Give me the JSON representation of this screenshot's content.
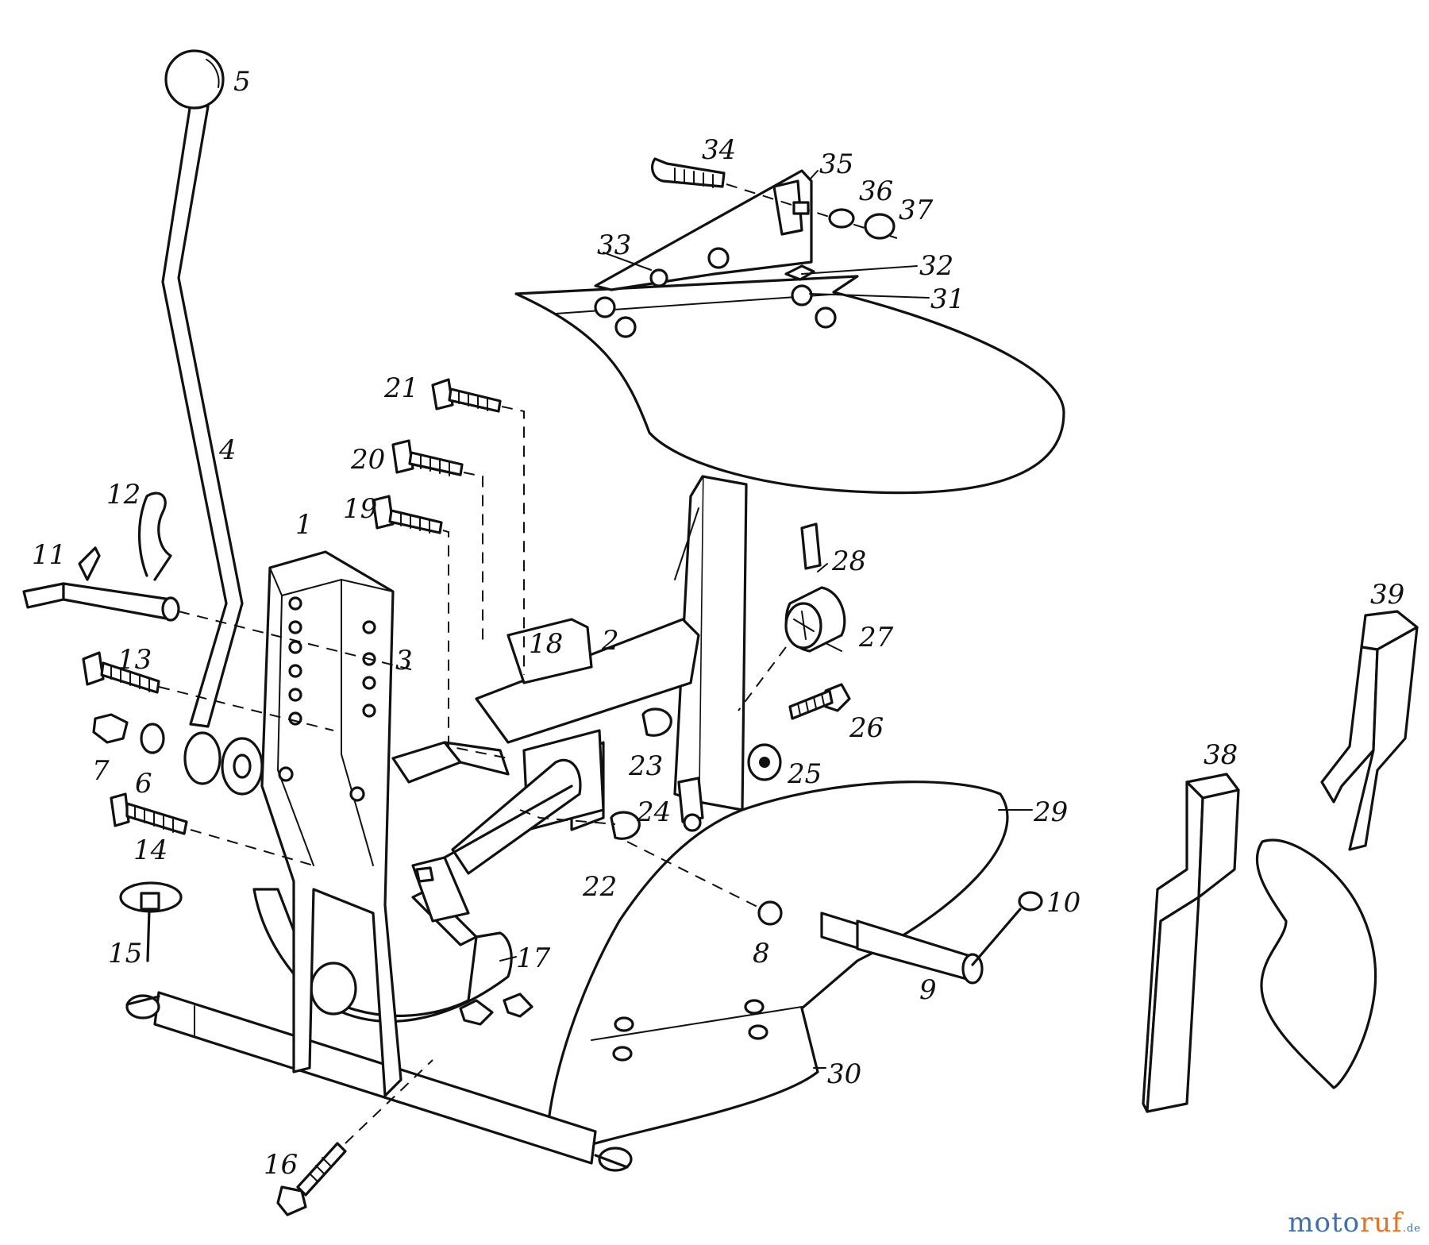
{
  "diagram": {
    "part_labels": [
      "1",
      "2",
      "3",
      "4",
      "5",
      "6",
      "7",
      "8",
      "9",
      "10",
      "11",
      "12",
      "13",
      "14",
      "15",
      "16",
      "17",
      "18",
      "19",
      "20",
      "21",
      "22",
      "23",
      "24",
      "25",
      "26",
      "27",
      "28",
      "29",
      "30",
      "31",
      "32",
      "33",
      "34",
      "35",
      "36",
      "37",
      "38",
      "39"
    ]
  },
  "watermark": {
    "brand_main": "motoruf",
    "brand_suffix": ".de",
    "color_blue": "#3f6fb0",
    "color_orange": "#e8731f"
  }
}
